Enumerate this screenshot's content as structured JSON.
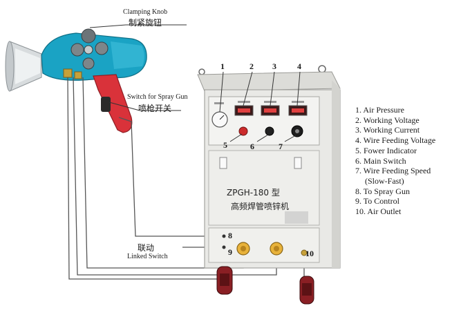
{
  "gun_labels": {
    "clamping_knob_en": "Clamping Knob",
    "clamping_knob_cn": "制紧旋钮",
    "switch_en": "Switch for Spray Gun",
    "switch_cn": "喷枪开关"
  },
  "linked_switch": {
    "cn": "联动",
    "en": "Linked Switch"
  },
  "machine": {
    "model": "ZPGH-180 型",
    "name_cn": "高频焊管喷锌机"
  },
  "callout_numbers": [
    "1",
    "2",
    "3",
    "4",
    "5",
    "6",
    "7",
    "8",
    "9",
    "10"
  ],
  "legend": [
    "1. Air Pressure",
    "2. Working Voltage",
    "3. Working Current",
    "4. Wire Feeding Voltage",
    "5. Fower Indicator",
    "6. Main Switch",
    "7. Wire Feeding Speed",
    "(Slow-Fast)",
    "8. To Spray Gun",
    "9. To Control",
    "10. Air Outlet"
  ],
  "colors": {
    "gun_body": "#1aa3c4",
    "gun_handle": "#d9323a",
    "cabinet": "#e9e9e6",
    "panel": "#f3f3f1",
    "terminal": "#e8b23a",
    "wheel": "#8a1f24"
  }
}
